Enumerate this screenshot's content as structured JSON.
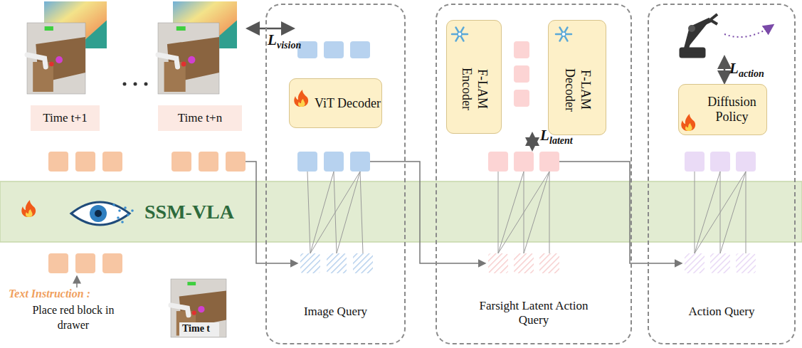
{
  "diagram": {
    "nodes": [
      {
        "text": [
          "Time t+1"
        ]
      },
      {
        "text": [
          "Time t+n"
        ]
      },
      {
        "text": [
          "Image Query"
        ]
      },
      {
        "text": [
          "ViT Decoder"
        ],
        "in": 2
      },
      {
        "text": [
          "Farsight Latent Action Query"
        ]
      },
      {
        "text": [
          "F-LAM Encoder"
        ],
        "in": 4
      },
      {
        "text": [
          "F-LAM Decoder"
        ],
        "in": 4
      },
      {
        "text": [
          "Action Query"
        ]
      },
      {
        "text": [
          "Diffusion Policy"
        ],
        "in": 7
      },
      {
        "text": [
          "SSM-VLA"
        ]
      }
    ],
    "labels": [
      "L",
      "vision",
      "L",
      "latent",
      "L",
      "action",
      "Text Instruction :",
      "Place red block in drawer",
      "Time t"
    ]
  }
}
